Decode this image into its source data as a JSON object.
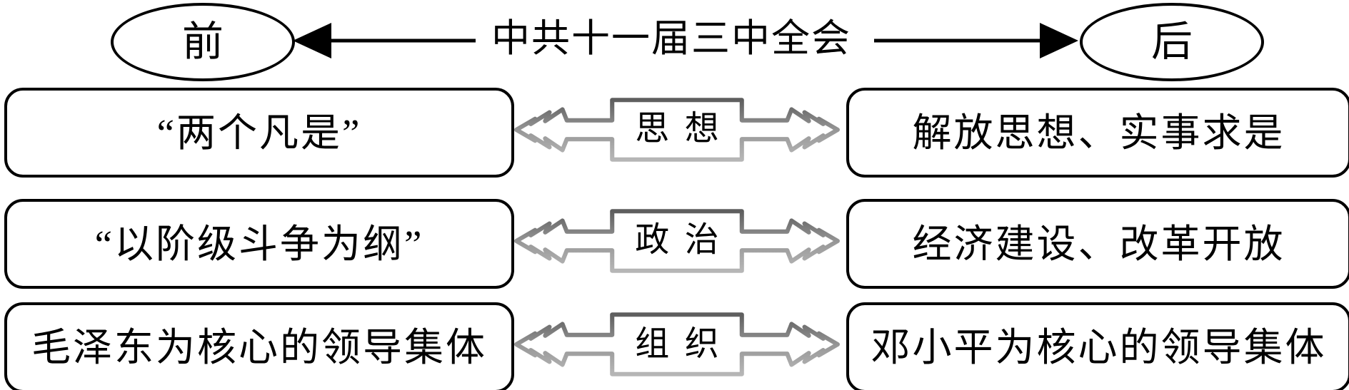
{
  "header": {
    "before_label": "前",
    "title": "中共十一届三中全会",
    "after_label": "后"
  },
  "rows": [
    {
      "before": "“两个凡是”",
      "category": "思想",
      "after": "解放思想、实事求是"
    },
    {
      "before": "“以阶级斗争为纲”",
      "category": "政治",
      "after": "经济建设、改革开放"
    },
    {
      "before": "毛泽东为核心的领导集体",
      "category": "组织",
      "after": "邓小平为核心的领导集体"
    }
  ],
  "colors": {
    "ink": "#000000",
    "background": "#ffffff",
    "callout_outline_dark": "#5e5e5e",
    "callout_outline_light": "#b4b4b4"
  }
}
